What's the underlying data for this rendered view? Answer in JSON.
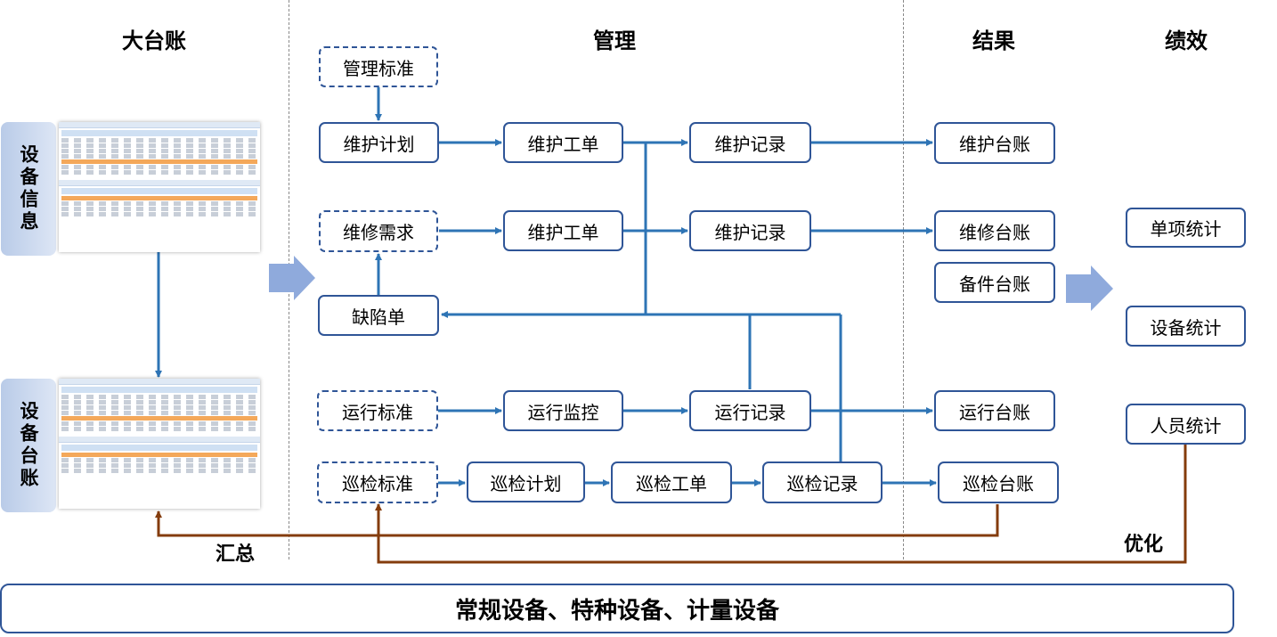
{
  "columns": {
    "ledger": "大台账",
    "management": "管理",
    "result": "结果",
    "performance": "绩效"
  },
  "left": {
    "equipment_info": "设备信息",
    "equipment_ledger": "设备台账",
    "summary_label": "汇总"
  },
  "management": {
    "mgmt_standard": "管理标准",
    "maint_plan": "维护计划",
    "maint_order_1": "维护工单",
    "maint_record_1": "维护记录",
    "repair_demand": "维修需求",
    "maint_order_2": "维护工单",
    "maint_record_2": "维护记录",
    "defect_order": "缺陷单",
    "run_standard": "运行标准",
    "run_monitor": "运行监控",
    "run_record": "运行记录",
    "inspect_standard": "巡检标准",
    "inspect_plan": "巡检计划",
    "inspect_order": "巡检工单",
    "inspect_record": "巡检记录"
  },
  "results": {
    "maint_ledger": "维护台账",
    "repair_ledger": "维修台账",
    "spare_ledger": "备件台账",
    "run_ledger": "运行台账",
    "inspect_ledger": "巡检台账"
  },
  "performance": {
    "single_stats": "单项统计",
    "equip_stats": "设备统计",
    "staff_stats": "人员统计",
    "optimize_label": "优化"
  },
  "footer": "常规设备、特种设备、计量设备",
  "colors": {
    "flow_blue": "#2e74b5",
    "feedback_brown": "#843c0c",
    "box_border": "#2f5597",
    "big_arrow": "#8faadc"
  }
}
